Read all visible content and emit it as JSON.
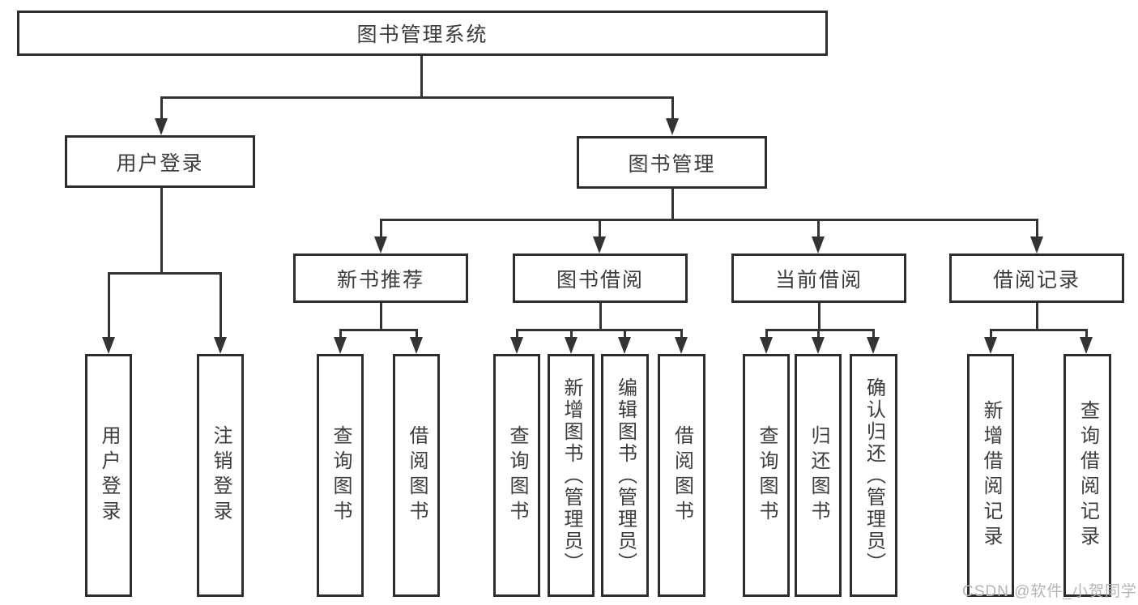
{
  "diagram": {
    "root": {
      "label": "图书管理系统"
    },
    "level2": {
      "user_login": {
        "label": "用户登录"
      },
      "book_management": {
        "label": "图书管理"
      }
    },
    "level3": {
      "new_book_recommend": {
        "label": "新书推荐"
      },
      "book_borrowing": {
        "label": "图书借阅"
      },
      "current_borrowing": {
        "label": "当前借阅"
      },
      "borrow_records": {
        "label": "借阅记录"
      }
    },
    "leaves": {
      "user_login": {
        "label": "用户登录"
      },
      "logout": {
        "label": "注销登录"
      },
      "search_books_recommend": {
        "label": "查询图书"
      },
      "borrow_books_recommend": {
        "label": "借阅图书"
      },
      "search_books_borrowing": {
        "label": "查询图书"
      },
      "add_books_admin": {
        "label": "新增图书（管理员）"
      },
      "edit_books_admin": {
        "label": "编辑图书（管理员）"
      },
      "borrow_books": {
        "label": "借阅图书"
      },
      "search_books_current": {
        "label": "查询图书"
      },
      "return_books": {
        "label": "归还图书"
      },
      "confirm_return_admin": {
        "label": "确认归还（管理员）"
      },
      "add_borrow_record": {
        "label": "新增借阅记录"
      },
      "search_borrow_record": {
        "label": "查询借阅记录"
      }
    },
    "watermark": "CSDN @软件_小贺同学",
    "colors": {
      "line": "#333333",
      "border": "#2d2d2d",
      "fill": "#ffffff",
      "text": "#3c3c3c",
      "watermark": "#b5b5b5"
    }
  }
}
